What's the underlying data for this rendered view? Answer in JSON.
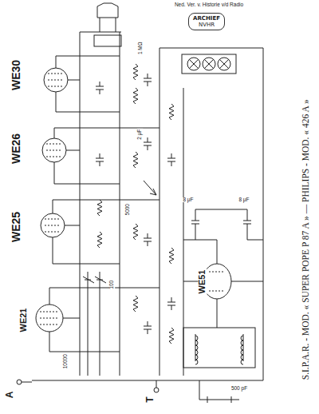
{
  "diagram": {
    "nodes": [
      {
        "text": [
          "ARCHIEF",
          "NVHR"
        ]
      }
    ],
    "labels": [
      "S.I.P.A.R. - MOD. « SUPER POPE P 87 A » — PHILIPS - MOD. « 426 A »",
      "WE30",
      "WE26",
      "WE25",
      "WE21",
      "WE51",
      "A",
      "T",
      "Ned. Ver. v. Historie v/d Radio",
      "10000",
      "500 pF",
      "1 MΩ",
      "5000",
      "2 μF",
      "8 μF",
      "8 μF",
      "100"
    ]
  }
}
